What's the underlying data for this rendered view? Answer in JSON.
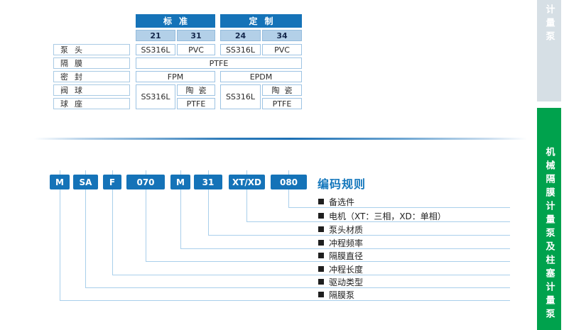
{
  "materials_table": {
    "group_headers": [
      "标准",
      "定制"
    ],
    "col_headers": [
      "21",
      "31",
      "24",
      "34"
    ],
    "row_labels": [
      "泵头",
      "隔膜",
      "密封",
      "阀球",
      "球座"
    ],
    "pump_head_cells": [
      "SS316L",
      "PVC",
      "SS316L",
      "PVC"
    ],
    "diaphragm_cell": "PTFE",
    "seal_cells": [
      "FPM",
      "EPDM"
    ],
    "valve_cells": {
      "left_material": "SS316L",
      "left_ball": "陶瓷",
      "left_seat": "PTFE",
      "right_material": "SS316L",
      "right_ball": "陶瓷",
      "right_seat": "PTFE"
    }
  },
  "coding": {
    "title": "编码规则",
    "parts": [
      "M",
      "SA",
      "F",
      "070",
      "M",
      "31",
      "XT/XD",
      "080"
    ],
    "labels": [
      "备选件",
      "电机（XT：三相，XD：单相）",
      "泵头材质",
      "冲程频率",
      "隔膜直径",
      "冲程长度",
      "驱动类型",
      "隔膜泵"
    ]
  },
  "sidebar": {
    "top_tab_label": "计量泵",
    "bottom_tab_label": "机械隔膜计量泵及柱塞计量泵"
  },
  "colors": {
    "primary_blue": "#1573b8",
    "light_blue_fill": "#b3d0e8",
    "connector_blue": "#a9cfeb",
    "tab_green": "#00a24d",
    "tab_gray": "#d6dfe5"
  }
}
